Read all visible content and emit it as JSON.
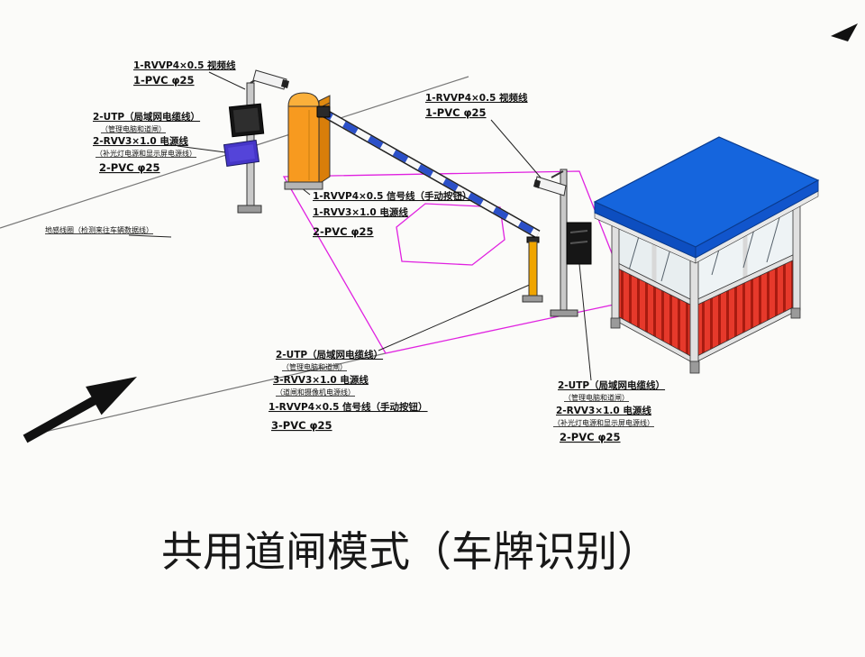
{
  "title": "共用道闸模式（车牌识别）",
  "labels": {
    "cam1": {
      "l1": "1-RVVP4×0.5 视频线",
      "l2": "1-PVC φ25"
    },
    "entry_cables": {
      "l1": "2-UTP（局域网电缆线）",
      "l2": "（管理电脑和道闸）",
      "l3": "2-RVV3×1.0 电源线",
      "l4": "（补光灯电源和显示屏电源线）",
      "l5": "2-PVC φ25"
    },
    "ground_loop": "地感线圈（检测来往车辆数据线）",
    "barrier_cables": {
      "l1": "1-RVVP4×0.5 信号线（手动按钮）",
      "l2": "1-RVV3×1.0 电源线",
      "l3": "2-PVC φ25"
    },
    "cam2": {
      "l1": "1-RVVP4×0.5 视频线",
      "l2": "1-PVC φ25"
    },
    "exit_cables": {
      "l1": "2-UTP（局域网电缆线）",
      "l2": "（管理电脑和道闸）",
      "l3": "3-RVV3×1.0 电源线",
      "l4": "（道闸和摄像机电源线）",
      "l5": "1-RVVP4×0.5 信号线（手动按钮）",
      "l6": "3-PVC φ25"
    },
    "booth_cables": {
      "l1": "2-UTP（局域网电缆线）",
      "l2": "（管理电脑和道闸）",
      "l3": "2-RVV3×1.0 电源线",
      "l4": "（补光灯电源和显示屏电源线）",
      "l5": "2-PVC φ25"
    }
  },
  "colors": {
    "barrier_machine": "#f79a1f",
    "barrier_machine_cap": "#fbb03b",
    "barrier_arm_stripe": "#2b50c8",
    "roof": "#1565dd",
    "roof_fascia": "#0d4ec0",
    "booth_panel": "#e6392b",
    "loop_outline": "#e021e0",
    "floodlight": "#4636c8",
    "arrow": "#111111"
  }
}
